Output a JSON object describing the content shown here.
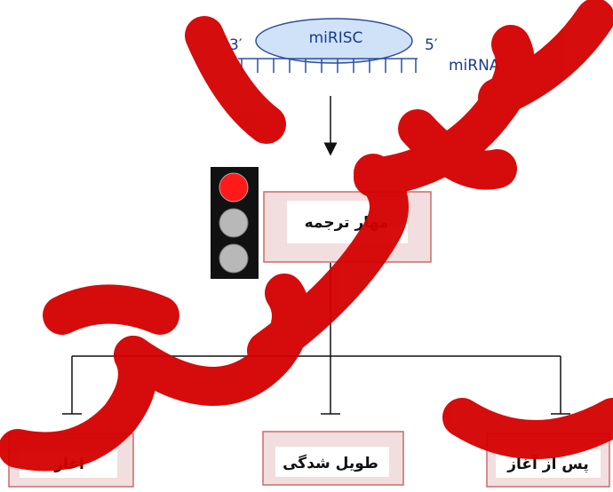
{
  "diagram": {
    "complex": {
      "label": "miRISC",
      "end_3": "3′",
      "end_5": "5′"
    },
    "mirna": {
      "label": "miRNA"
    },
    "traffic_light": {
      "state": "red",
      "lamps": [
        "#ff1a1a",
        "#b8b8b8",
        "#b8b8b8"
      ]
    },
    "main_box": {
      "label": "مهار ترجمه"
    },
    "branches": [
      {
        "label": "اغاز"
      },
      {
        "label": "طویل شدگی"
      },
      {
        "label": "پس از آغاز"
      }
    ]
  },
  "colors": {
    "complex_fill": "#cfe2f7",
    "complex_stroke": "#2e4f9e",
    "box_outer": "#f2dede",
    "box_border": "#c96b6b",
    "watermark": "#d40000"
  }
}
